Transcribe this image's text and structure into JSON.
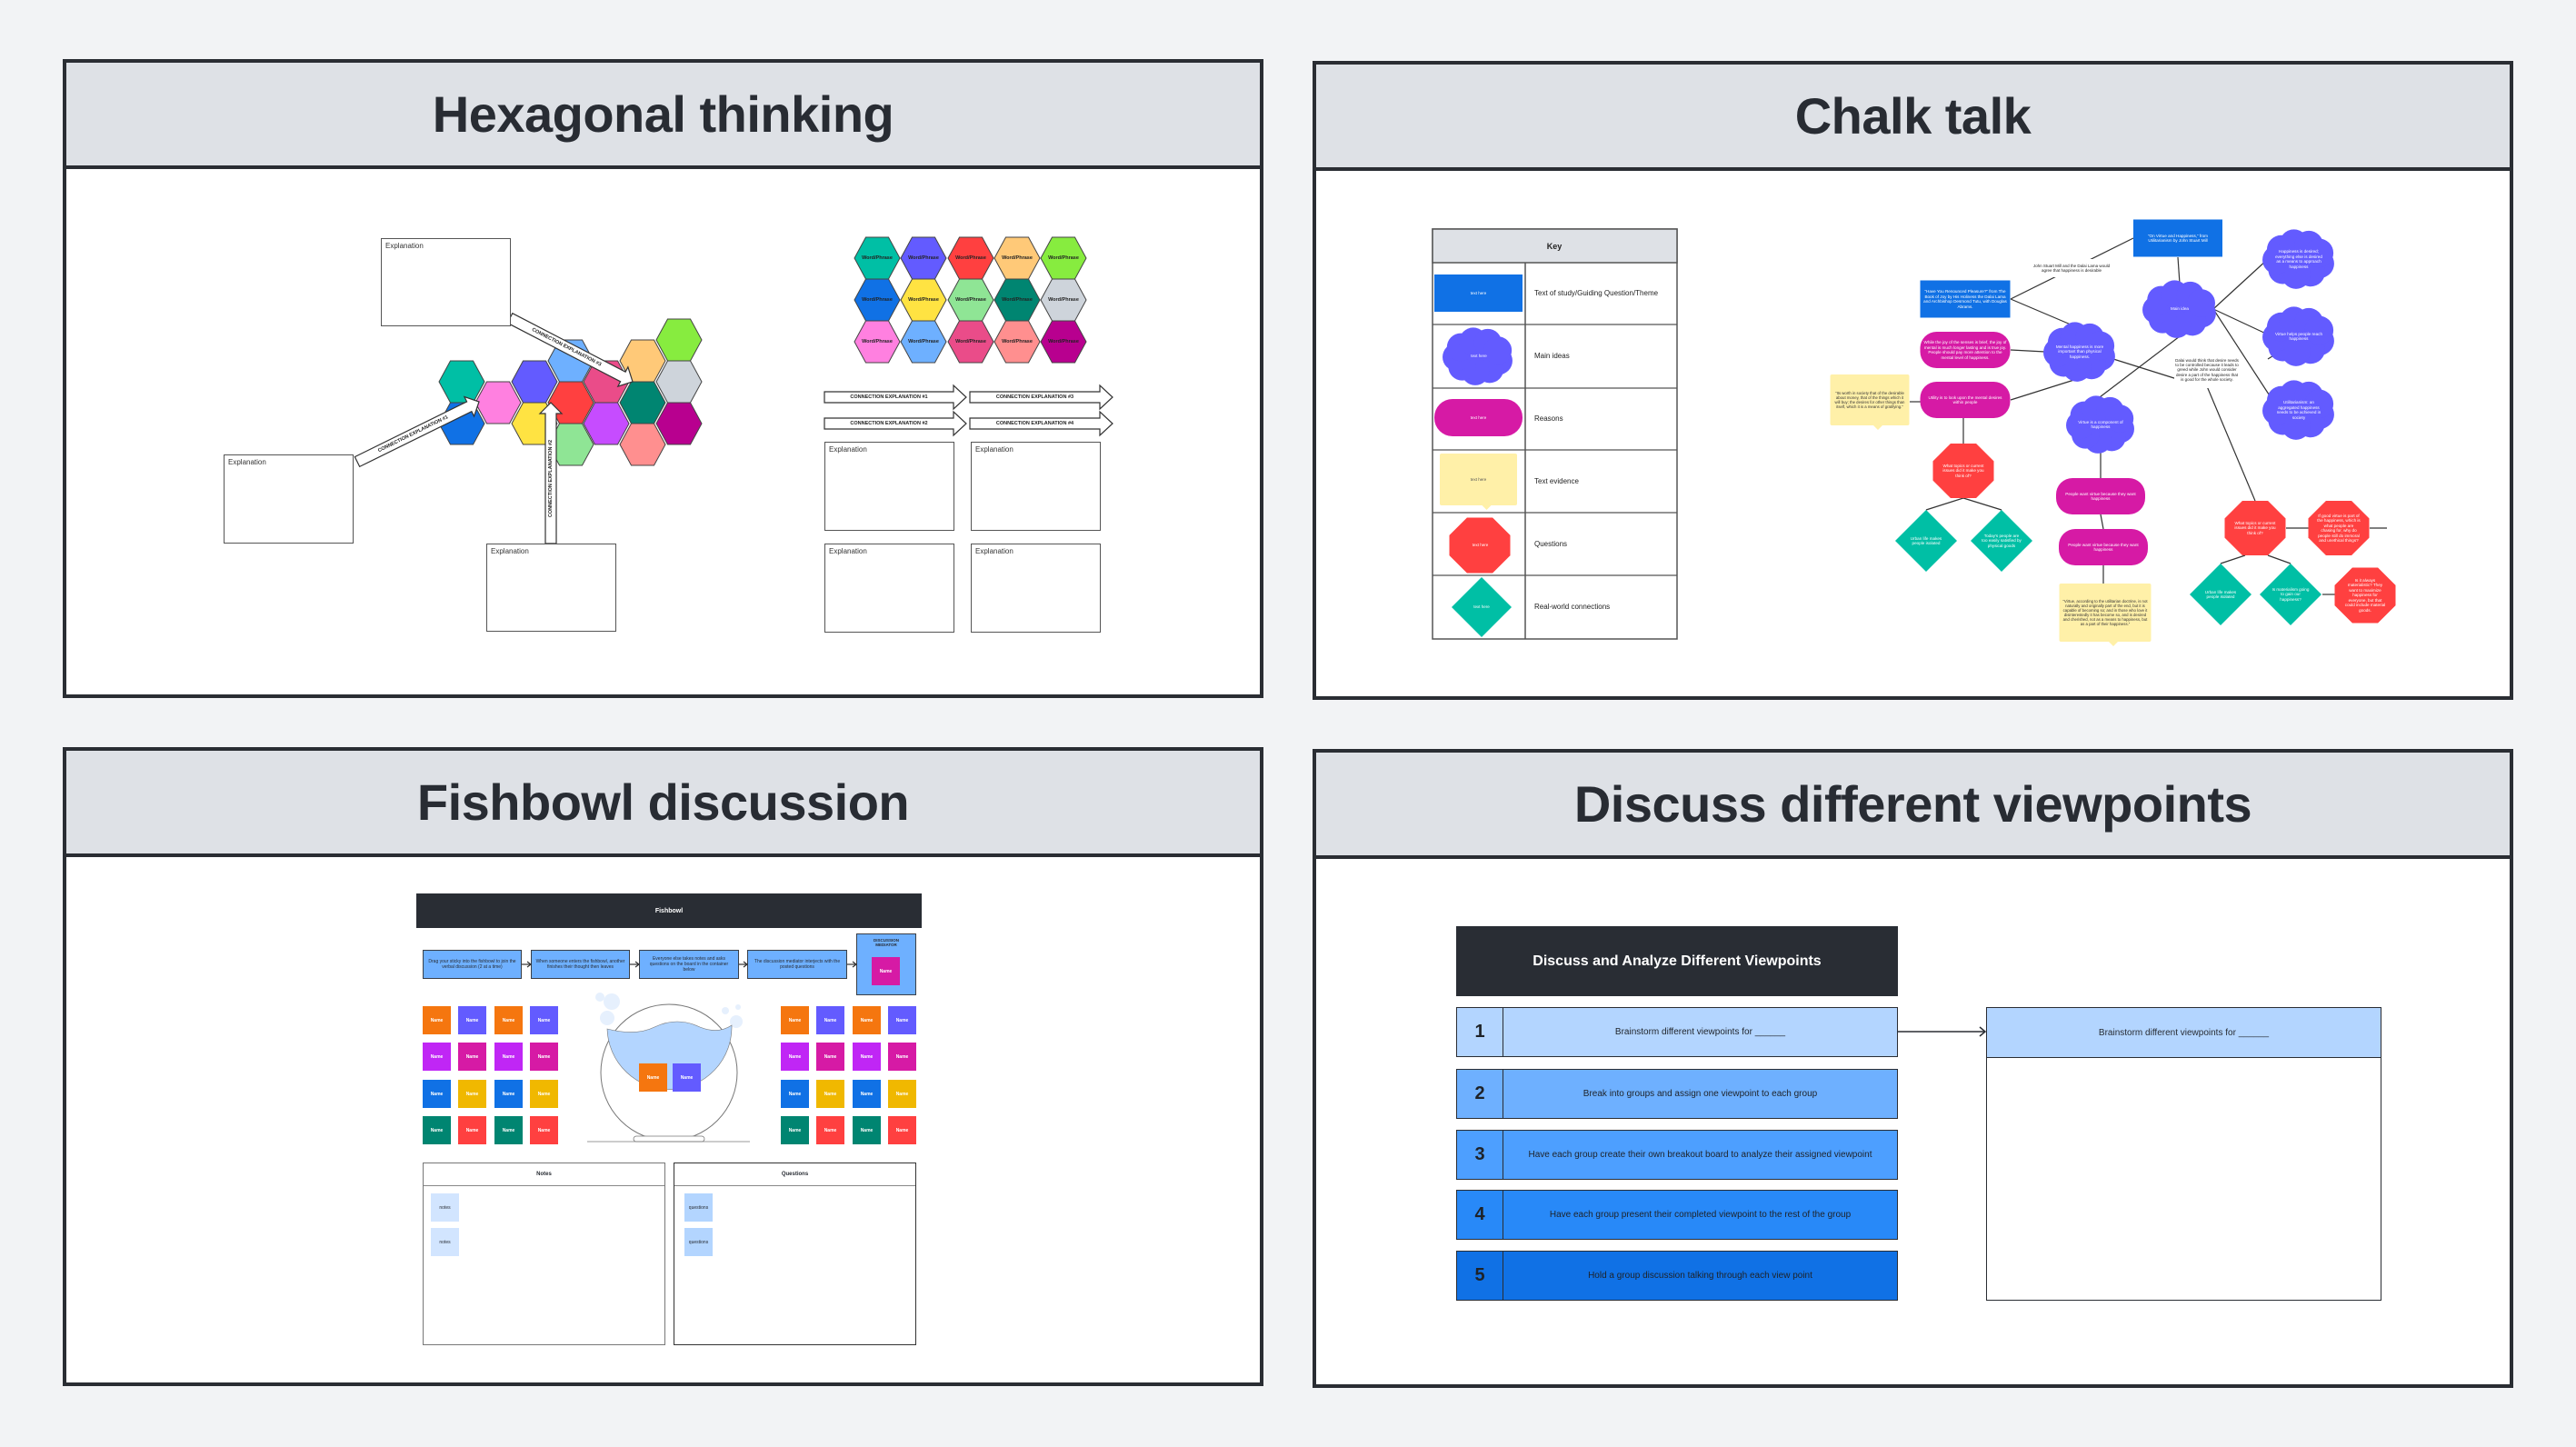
{
  "panels": {
    "hexagonal": {
      "title": "Hexagonal thinking"
    },
    "chalk": {
      "title": "Chalk talk"
    },
    "fishbowl": {
      "title": "Fishbowl discussion"
    },
    "viewpoints": {
      "title": "Discuss different viewpoints"
    }
  },
  "hexagonal": {
    "explanation_label": "Explanation",
    "word_phrase": "Word/Phrase",
    "connections": [
      "CONNECTION EXPLANATION #1",
      "CONNECTION EXPLANATION #2",
      "CONNECTION EXPLANATION #3",
      "CONNECTION EXPLANATION #4"
    ],
    "grid_colors": [
      "#00bfa5",
      "#635bff",
      "#ff4040",
      "#ffc978",
      "#87ec3f",
      "#1071e5",
      "#ffe342",
      "#8fe595",
      "#008571",
      "#ced4db",
      "#ff80e0",
      "#6eb0ff",
      "#ea4c89",
      "#ff8f8f",
      "#b8008f"
    ]
  },
  "chalk": {
    "key": {
      "title": "Key",
      "placeholder": "text here",
      "items": [
        "Text of study/Guiding Question/Theme",
        "Main ideas",
        "Reasons",
        "Text evidence",
        "Questions",
        "Real-world connections"
      ]
    },
    "colors": {
      "theme": "#1071e5",
      "idea": "#635bff",
      "reason": "#d61aa5",
      "evidence": "#fff0a8",
      "question": "#ff4040",
      "connection": "#00bfa5"
    },
    "nodes": [
      "“On Virtue and Happiness,” from Utilitarianism by John Stuart Mill",
      "“Have You Renounced Pleasure?” from The Book of Joy by His Holiness the Dalai Lama and Archbishop Desmond Tutu, with Douglas Abrams.",
      "John Stuart Mill and the Dalai Lama would agree that happiness is desirable",
      "Main idea",
      "Mental happiness is more important than physical happiness.",
      "While the joy of the senses is brief, the joy of mental is much longer lasting and is true joy. People should pay more attention to the mental level of happiness.",
      "Utility is to look upon the mental desires within people",
      "Happiness is desired; everything else is desired as a means to approach happiness",
      "Virtue helps people reach happiness",
      "Utilitarianism: an aggregated happiness needs to be achieved in society",
      "Dalai would think that desire needs to be controlled because it leads to greed while John would consider desire a part of the happiness that is good for the whole society.",
      "Virtue is a component of happiness",
      "“Its worth in society that of the desirable about money, that of the things which it will buy; the desires for other things than itself, which it is a means of gratifying.”",
      "What topics or current issues did it make you think of?",
      "Urban life makes people isolated",
      "Today's people are too easily satisfied by physical goods",
      "People want virtue because they want happiness",
      "People want virtue because they want happiness",
      "“Virtue, according to the utilitarian doctrine, is not naturally and originally part of the end, but it is capable of becoming so; and in those who love it disinterestedly it has become so, and is desired and cherished, not as a means to happiness, but as a part of their happiness.”",
      "What topics or current issues did it make you think of?",
      "If good virtue is part of the happiness, which is what people are chasing for, why do people still do immoral and unethical things?",
      "Urban life makes people isolated",
      "Is materialism going to gain our happiness?",
      "Is it always materialistic? They want to maximize happiness for everyone, but that could include material goods."
    ]
  },
  "fishbowl": {
    "header": "Fishbowl",
    "steps": [
      "Drag your sticky into the fishbowl to join the verbal discussion (2 at a time)",
      "When someone enters the fishbowl, another finishes their thought then leaves",
      "Everyone else takes notes and asks questions on the board in the container below",
      "The discussion mediator interjects with the posted questions"
    ],
    "mediator_label": "DISCUSSION MEDIATOR",
    "name_label": "Name",
    "tile_colors": [
      "#f5760f",
      "#635bff",
      "#c026f5",
      "#d61aa5",
      "#1071e5",
      "#f0b800",
      "#008571",
      "#ff4040"
    ],
    "mediator_color": "#d61aa5",
    "notes": {
      "title": "Notes",
      "items": [
        "notes",
        "notes"
      ]
    },
    "questions": {
      "title": "Questions",
      "items": [
        "questions",
        "questions"
      ]
    }
  },
  "viewpoints": {
    "header": "Discuss and Analyze Different Viewpoints",
    "steps": [
      {
        "num": "1",
        "text": "Brainstorm different viewpoints for ______",
        "color": "#b3d5ff"
      },
      {
        "num": "2",
        "text": "Break into groups and assign one viewpoint to each group",
        "color": "#6eb0ff"
      },
      {
        "num": "3",
        "text": "Have each group create their own breakout board to analyze their assigned viewpoint",
        "color": "#4d9fff"
      },
      {
        "num": "4",
        "text": "Have each group present their completed viewpoint to the rest of the group",
        "color": "#2889f8"
      },
      {
        "num": "5",
        "text": "Hold a group discussion talking through each view point",
        "color": "#1071e5"
      }
    ],
    "detail_header": "Brainstorm different viewpoints for ______"
  }
}
